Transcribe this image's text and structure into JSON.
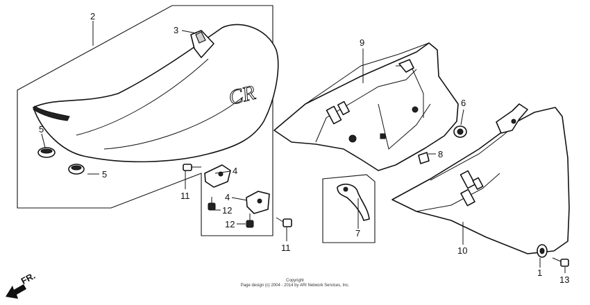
{
  "diagram": {
    "direction_label": "FR.",
    "copyright_line1": "Copyright",
    "copyright_line2": "Page design (c) 2004 - 2014 by ARI Network Services, Inc.",
    "seat_logo_text": "CR",
    "callouts": {
      "c1": "1",
      "c2": "2",
      "c3": "3",
      "c4a": "4",
      "c4b": "4",
      "c5a": "5",
      "c5b": "5",
      "c6": "6",
      "c7": "7",
      "c8": "8",
      "c9": "9",
      "c10": "10",
      "c11a": "11",
      "c11b": "11",
      "c12a": "12",
      "c12b": "12",
      "c13": "13"
    }
  }
}
